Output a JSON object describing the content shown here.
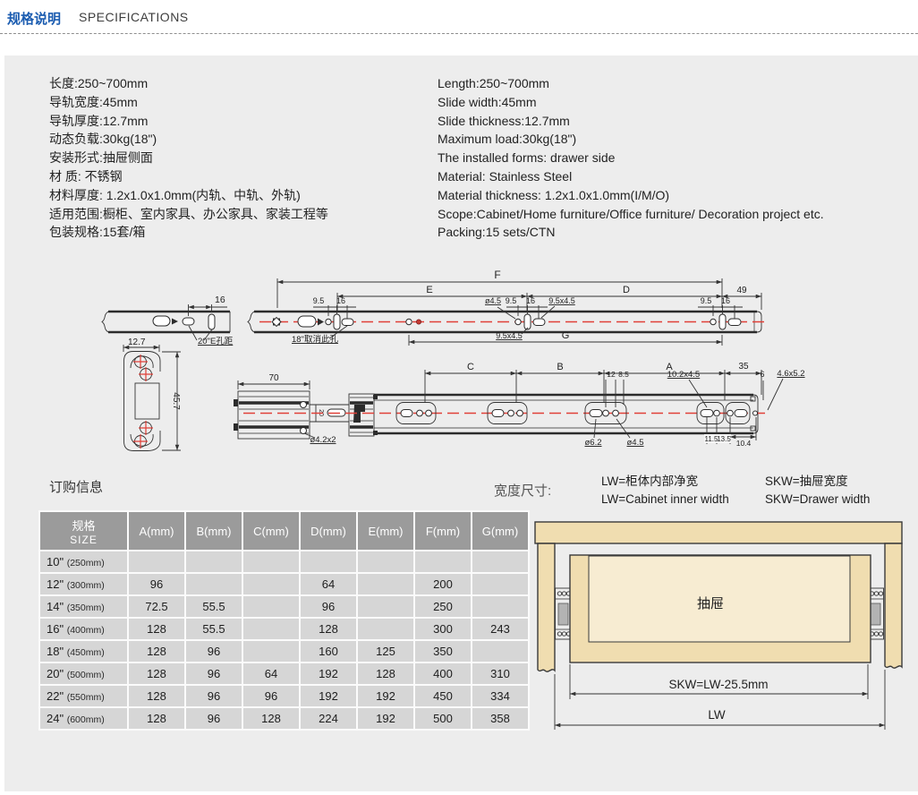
{
  "colors": {
    "accent": "#1b5cb0",
    "panel_bg": "#ededed",
    "table_header_bg": "#9b9b9b",
    "table_row_bg": "#d6d6d6",
    "wood": "#f0ddb0",
    "wood_light": "#f7ecd2",
    "dim_red": "#e04038"
  },
  "header": {
    "title_zh": "规格说明",
    "title_en": "SPECIFICATIONS"
  },
  "specs": {
    "zh": [
      "长度:250~700mm",
      "导轨宽度:45mm",
      "导轨厚度:12.7mm",
      "动态负载:30kg(18\")",
      "安装形式:抽屉侧面",
      "材 质: 不锈钢",
      "材料厚度: 1.2x1.0x1.0mm(内轨、中轨、外轨)",
      "适用范围:橱柜、室内家具、办公家具、家装工程等",
      "包装规格:15套/箱"
    ],
    "en": [
      "Length:250~700mm",
      "Slide width:45mm",
      "Slide thickness:12.7mm",
      "Maximum load:30kg(18\")",
      "The installed forms: drawer side",
      "Material: Stainless Steel",
      "Material thickness: 1.2x1.0x1.0mm(I/M/O)",
      "Scope:Cabinet/Home furniture/Office furniture/ Decoration project etc.",
      "Packing:15 sets/CTN"
    ]
  },
  "drawing": {
    "labels": {
      "seg_16": "16",
      "seg_pitch": "20\"E孔距",
      "seg_127": "12.7",
      "top_f": "F",
      "top_e": "E",
      "top_d": "D",
      "top_g": "G",
      "top_49": "49",
      "c1_95": "9.5",
      "c1_16": "16",
      "c1_cancel": "18\"取消此孔",
      "c2_dia": "ø4.5",
      "c2_95": "9.5",
      "c2_16": "16",
      "c2_slot": "9.5x4.5",
      "c2_slot_b": "9.5x4.5",
      "c3_95": "9.5",
      "c3_16": "16",
      "cs_457": "45.7",
      "ex_70": "70",
      "ex_20": "20",
      "ex_dia42": "ø4.2x2",
      "ex_c": "C",
      "ex_b": "B",
      "ex_a": "A",
      "ex_35": "35",
      "ex_12": "12",
      "ex_85": "8.5",
      "ex_1024": "10.2x4.5",
      "ex_6": "6",
      "ex_4652": "4.6x5.2",
      "ex_dia62": "ø6.2",
      "ex_dia45": "ø4.5",
      "ex_115": "11.5",
      "ex_135": "13.5",
      "ex_104": "10.4",
      "drawer": "抽屉",
      "skw_formula": "SKW=LW-25.5mm",
      "lw": "LW"
    }
  },
  "order": {
    "title": "订购信息",
    "table": {
      "size_header_zh": "规格",
      "size_header_en": "SIZE",
      "headers": [
        "A(mm)",
        "B(mm)",
        "C(mm)",
        "D(mm)",
        "E(mm)",
        "F(mm)",
        "G(mm)"
      ],
      "rows": [
        {
          "size": "10\"",
          "sub": "(250mm)",
          "vals": [
            "",
            "",
            "",
            "",
            "",
            "",
            ""
          ]
        },
        {
          "size": "12\"",
          "sub": "(300mm)",
          "vals": [
            "96",
            "",
            "",
            "64",
            "",
            "200",
            ""
          ]
        },
        {
          "size": "14\"",
          "sub": "(350mm)",
          "vals": [
            "72.5",
            "55.5",
            "",
            "96",
            "",
            "250",
            ""
          ]
        },
        {
          "size": "16\"",
          "sub": "(400mm)",
          "vals": [
            "128",
            "55.5",
            "",
            "128",
            "",
            "300",
            "243"
          ]
        },
        {
          "size": "18\"",
          "sub": "(450mm)",
          "vals": [
            "128",
            "96",
            "",
            "160",
            "125",
            "350",
            ""
          ]
        },
        {
          "size": "20\"",
          "sub": "(500mm)",
          "vals": [
            "128",
            "96",
            "64",
            "192",
            "128",
            "400",
            "310"
          ]
        },
        {
          "size": "22\"",
          "sub": "(550mm)",
          "vals": [
            "128",
            "96",
            "96",
            "192",
            "192",
            "450",
            "334"
          ]
        },
        {
          "size": "24\"",
          "sub": "(600mm)",
          "vals": [
            "128",
            "96",
            "128",
            "224",
            "192",
            "500",
            "358"
          ]
        }
      ]
    }
  },
  "width_section": {
    "title": "宽度尺寸:",
    "legend_lw_zh": "LW=柜体内部净宽",
    "legend_lw_en": "LW=Cabinet inner width",
    "legend_skw_zh": "SKW=抽屉宽度",
    "legend_skw_en": "SKW=Drawer width"
  }
}
